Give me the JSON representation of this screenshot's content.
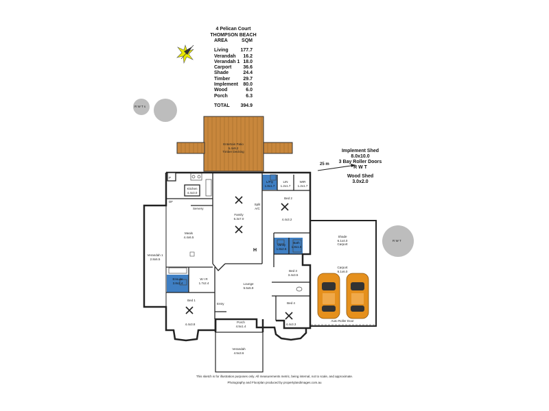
{
  "header": {
    "address_line1": "4 Pelican Court",
    "address_line2": "THOMPSON BEACH"
  },
  "area_table": {
    "col_area": "AREA",
    "col_sqm": "SQM",
    "rows": [
      {
        "name": "Living",
        "value": "177.7"
      },
      {
        "name": "Verandah",
        "value": "16.2"
      },
      {
        "name": "Verandah 1",
        "value": "18.0"
      },
      {
        "name": "Carport",
        "value": "36.6"
      },
      {
        "name": "Shade",
        "value": "24.4"
      },
      {
        "name": "Timber",
        "value": "29.7"
      },
      {
        "name": "Implement",
        "value": "80.0"
      },
      {
        "name": "Wood",
        "value": "6.0"
      },
      {
        "name": "Porch",
        "value": "6.3"
      }
    ],
    "total_label": "TOTAL",
    "total_value": "394.9"
  },
  "sheds": {
    "implement_title": "Implement Shed",
    "implement_size": "8.0x10.0",
    "implement_doors": "3 Bay Roller Doors",
    "implement_rwt": "R W T",
    "distance": "25 m",
    "wood_title": "Wood Shed",
    "wood_size": "3.0x2.0"
  },
  "tanks": {
    "left": "R W T s",
    "right": "R W T"
  },
  "rooms": {
    "patio_name": "Entertain Patio",
    "patio_size": "5.4x9.2",
    "patio_note": "Timber Decking",
    "kitchen_name": "Kitchen",
    "kitchen_size": "4.4x3.0",
    "p": "P",
    "df": "DF",
    "servery": "Servery",
    "family_name": "Family",
    "family_size": "6.3x7.0",
    "split_ac": "Split A/C",
    "h": "H",
    "lofty_name": "L/Fty",
    "lofty_size": "1.8x1.7",
    "lin_name": "LIN",
    "lin_size": "1.2x1.7",
    "wir_name": "WIR",
    "wir_size": "1.2x1.7",
    "bed2_name": "Bed 2",
    "bed2_size": "4.4x3.2",
    "meals_name": "Meals",
    "meals_size": "4.4x6.5",
    "verandah1_name": "Verandah 1",
    "verandah1_size": "2.8x6.5",
    "vanity_name": "Vanity",
    "vanity_size": "1.8x2.5",
    "bath_name": "Bath",
    "bath_size": "1.8x1.6",
    "ensuite_name": "Ensuite",
    "ensuite_size": "3.8x2.4",
    "wir2_name": "W I R",
    "wir2_size": "1.7x2.4",
    "lounge_name": "Lounge",
    "lounge_size": "5.5x5.9",
    "bed3_name": "Bed 3",
    "bed3_size": "3.4x3.5",
    "bed1_name": "Bed 1",
    "bed1_size": "4.4x3.8",
    "entry": "Entry",
    "bed4_name": "Bed 4",
    "bed4_size": "4.4x3.3",
    "porch_name": "Porch",
    "porch_size": "4.5x1.4",
    "verandah_name": "Verandah",
    "verandah_size": "4.5x3.6",
    "shade_name": "Shade",
    "shade_size": "6.1x4.0",
    "shade_sub": "Carport",
    "carport_name": "Carport",
    "carport_size": "6.1x6.0",
    "auto_door": "Auto Roller Door"
  },
  "footer": {
    "disclaimer": "This sketch is for illustration purposes only. All measurements metric, being internal, not to scale, and approximate.",
    "credit": "Photography and Floorplan produced by propertylandimages.com.au"
  },
  "colors": {
    "decking": "#c8873c",
    "wet_area": "#3f7fc3",
    "tank": "#bdbdbd",
    "car": "#e5901d",
    "sun": "#e8e800"
  }
}
